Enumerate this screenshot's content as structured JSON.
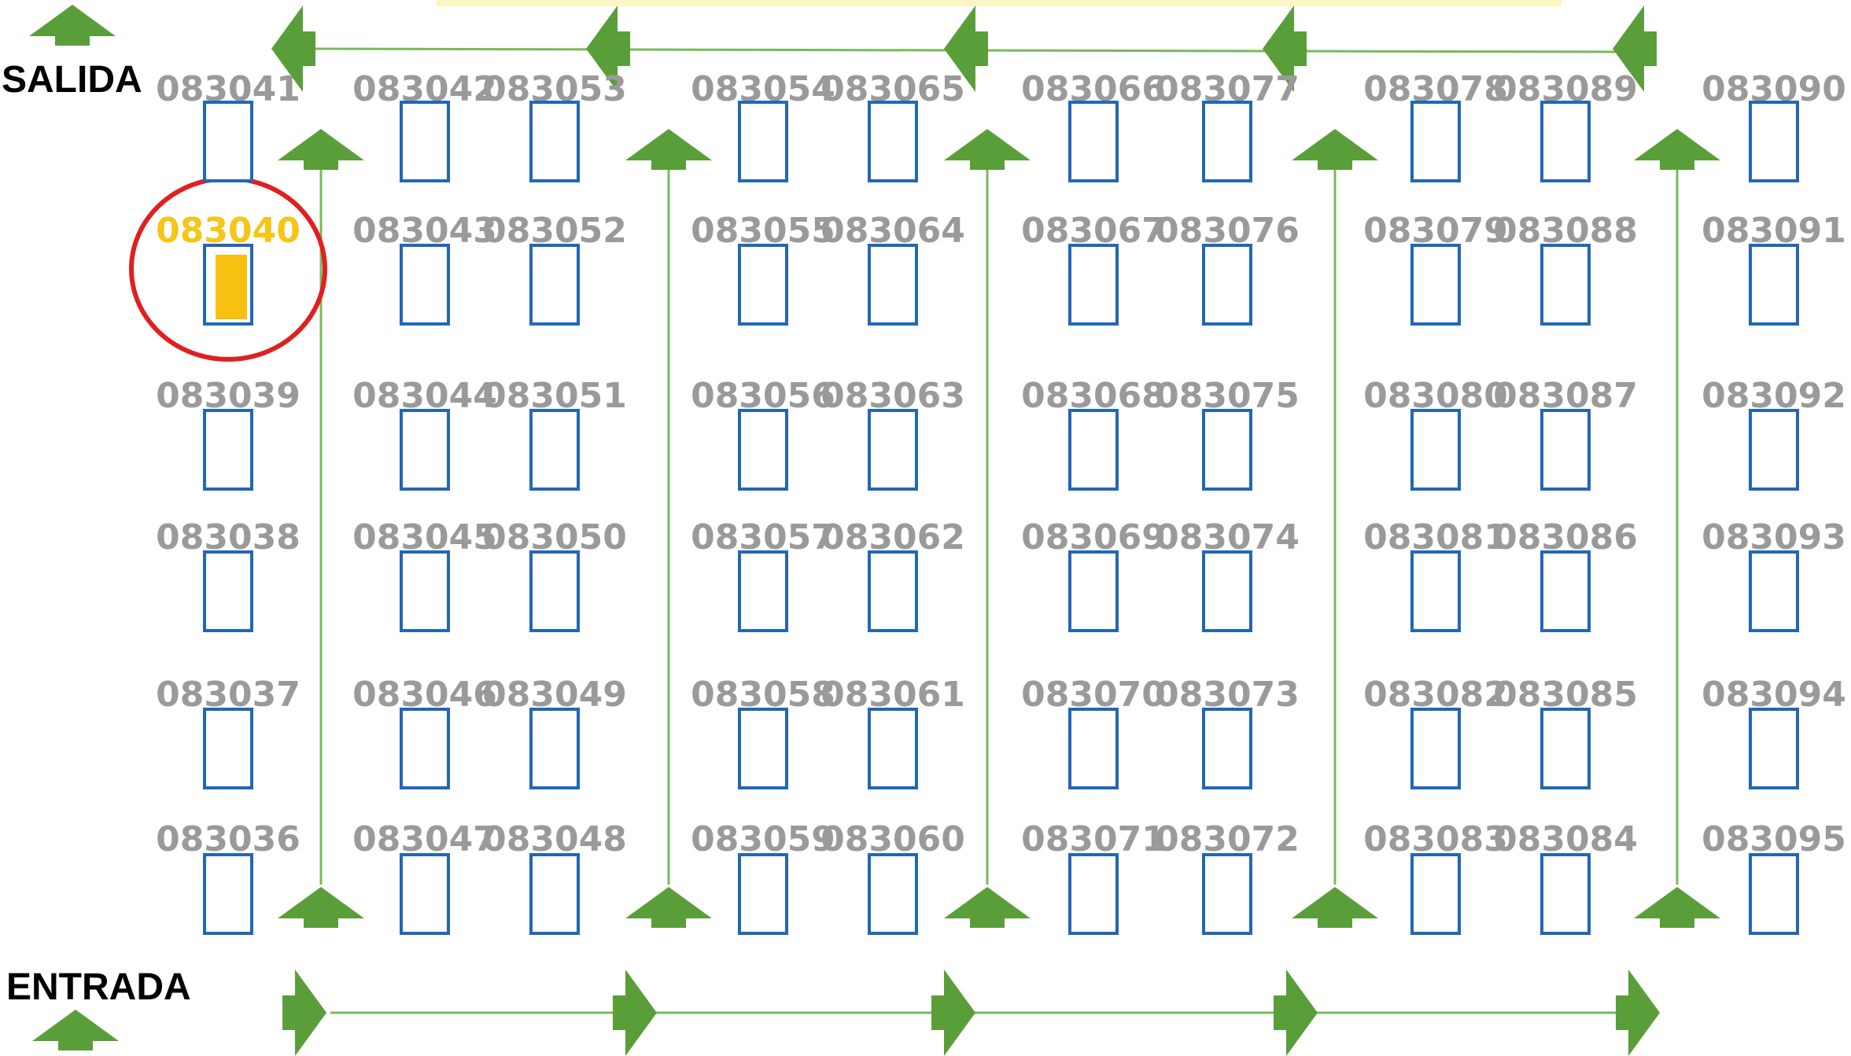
{
  "labels": {
    "exit": "SALIDA",
    "entry": "ENTRADA"
  },
  "highlight": {
    "code": "083040",
    "color": "#f5c518",
    "ring_color": "#e02020"
  },
  "colors": {
    "slot_border": "#2366b8",
    "code_text": "#9a9a9a",
    "arrow": "#5a9e3a",
    "line": "#7bb85a"
  },
  "columns": [
    {
      "codes": [
        "083041",
        "083040",
        "083039",
        "083038",
        "083037",
        "083036"
      ]
    },
    {
      "codes": [
        "083042",
        "083043",
        "083044",
        "083045",
        "083046",
        "083047"
      ]
    },
    {
      "codes": [
        "083053",
        "083052",
        "083051",
        "083050",
        "083049",
        "083048"
      ]
    },
    {
      "codes": [
        "083054",
        "083055",
        "083056",
        "083057",
        "083058",
        "083059"
      ]
    },
    {
      "codes": [
        "083065",
        "083064",
        "083063",
        "083062",
        "083061",
        "083060"
      ]
    },
    {
      "codes": [
        "083066",
        "083067",
        "083068",
        "083069",
        "083070",
        "083071"
      ]
    },
    {
      "codes": [
        "083077",
        "083076",
        "083075",
        "083074",
        "083073",
        "083072"
      ]
    },
    {
      "codes": [
        "083078",
        "083079",
        "083080",
        "083081",
        "083082",
        "083083"
      ]
    },
    {
      "codes": [
        "083089",
        "083088",
        "083087",
        "083086",
        "083085",
        "083084"
      ]
    },
    {
      "codes": [
        "083090",
        "083091",
        "083092",
        "083093",
        "083094",
        "083095"
      ]
    }
  ]
}
